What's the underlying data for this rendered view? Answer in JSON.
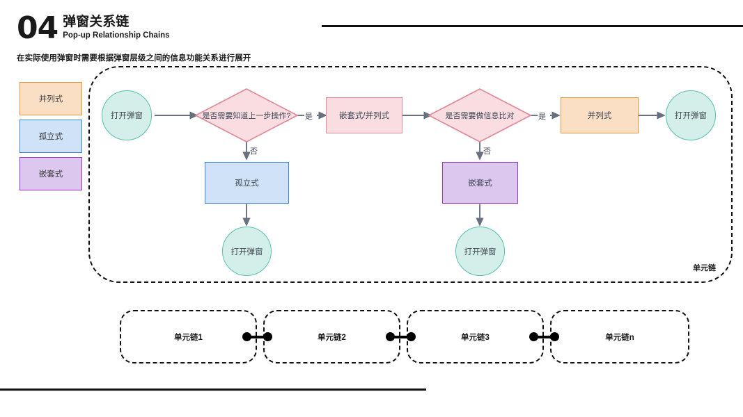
{
  "header": {
    "number": "04",
    "title_cn": "弹窗关系链",
    "title_en": "Pop-up Relationship Chains",
    "subtitle": "在实际使用弹窗时需要根据弹窗层级之间的信息功能关系进行展开"
  },
  "legend": {
    "items": [
      {
        "label": "并列式",
        "fill": "#fbdfc4",
        "border": "#e8943a"
      },
      {
        "label": "孤立式",
        "fill": "#cfe2f7",
        "border": "#3d85d8"
      },
      {
        "label": "嵌套式",
        "fill": "#dcc7ef",
        "border": "#9933cc"
      }
    ]
  },
  "flow": {
    "container_label": "单元链",
    "nodes": {
      "start_popup": "打开弹窗",
      "decision_1": "是否需要知道上一步操作?",
      "nested_parallel": "嵌套式/并列式",
      "decision_2": "是否需要做信息比对",
      "parallel": "并列式",
      "end_popup": "打开弹窗",
      "isolated": "孤立式",
      "isolated_popup": "打开弹窗",
      "nested": "嵌套式",
      "nested_popup": "打开弹窗"
    },
    "edge_labels": {
      "yes_1": "是",
      "no_1": "否",
      "yes_2": "是",
      "no_2": "否"
    },
    "colors": {
      "circle_fill": "#d4efe9",
      "circle_border": "#56bfae",
      "pink_fill": "#f9dde1",
      "pink_border": "#e08b98",
      "orange_fill": "#fbdfc4",
      "orange_border": "#e8943a",
      "blue_fill": "#cfe2f7",
      "blue_border": "#3d85d8",
      "purple_fill": "#dcc7ef",
      "purple_border": "#9933cc",
      "arrow": "#66707e"
    }
  },
  "chains": {
    "items": [
      {
        "label": "单元链1"
      },
      {
        "label": "单元链2"
      },
      {
        "label": "单元链3"
      },
      {
        "label": "单元链n"
      }
    ]
  }
}
